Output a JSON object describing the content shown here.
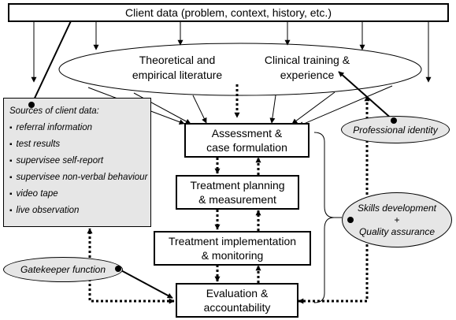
{
  "client_data": "Client data (problem, context, history, etc.)",
  "literature": {
    "line1": "Theoretical and",
    "line2": "empirical literature"
  },
  "training": {
    "line1": "Clinical training &",
    "line2": "experience"
  },
  "assessment": {
    "line1": "Assessment &",
    "line2": "case formulation"
  },
  "planning": {
    "line1": "Treatment planning",
    "line2": "& measurement"
  },
  "implementation": {
    "line1": "Treatment implementation",
    "line2": "& monitoring"
  },
  "evaluation": {
    "line1": "Evaluation &",
    "line2": "accountability"
  },
  "sources": {
    "title": "Sources of client data:",
    "items": [
      "referral information",
      "test results",
      "supervisee self-report",
      "supervisee non-verbal behaviour",
      "video tape",
      "live observation"
    ]
  },
  "professional_identity": "Professional identity",
  "skills": {
    "line1": "Skills development",
    "line2": "+",
    "line3": "Quality assurance"
  },
  "gatekeeper": "Gatekeeper function"
}
